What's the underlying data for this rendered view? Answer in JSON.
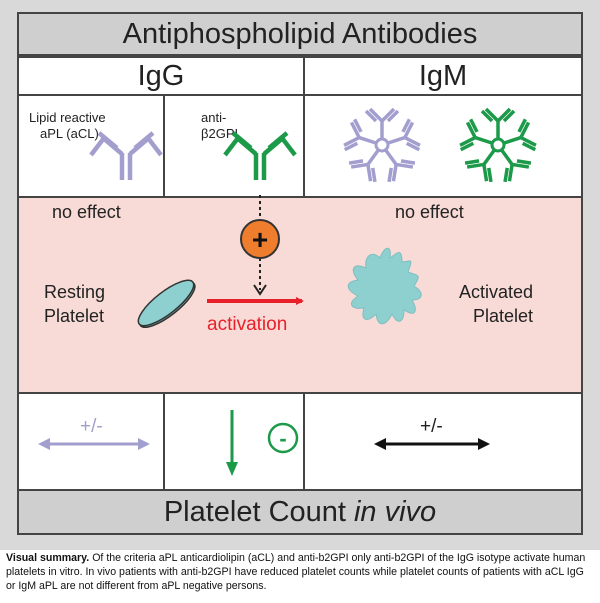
{
  "title": "Antiphospholipid Antibodies",
  "columns": {
    "igg": "IgG",
    "igm": "IgM"
  },
  "antibodies": {
    "acl_label_line1": "Lipid reactive",
    "acl_label_line2": "aPL (aCL)",
    "b2gpi_label_line1": "anti-",
    "b2gpi_label_line2": "β2GPI"
  },
  "effects": {
    "igg_effect": "no effect",
    "igm_effect": "no effect",
    "plus_sign": "+",
    "resting_line1": "Resting",
    "resting_line2": "Platelet",
    "activation": "activation",
    "activated_line1": "Activated",
    "activated_line2": "Platelet"
  },
  "counts": {
    "acl_change": "+/-",
    "b2gpi_sign": "-",
    "igm_change": "+/-"
  },
  "footer": {
    "prefix": "Platelet Count",
    "italic": "in vivo"
  },
  "caption": {
    "bold": "Visual summary.",
    "text": "Of the criteria aPL anticardiolipin (aCL) and anti-b2GPI only anti-b2GPI of the IgG isotype activate human platelets in vitro. In vivo patients with anti-b2GPI have reduced platelet counts while platelet counts of patients with aCL IgG or IgM aPL are not different from aPL negative persons."
  },
  "colors": {
    "lavender": "#a29fcf",
    "green": "#1c9a4a",
    "red": "#e8202a",
    "orange": "#ef7d2e",
    "platelet": "#8ecfd0",
    "pink_panel": "#f8dbd6"
  }
}
